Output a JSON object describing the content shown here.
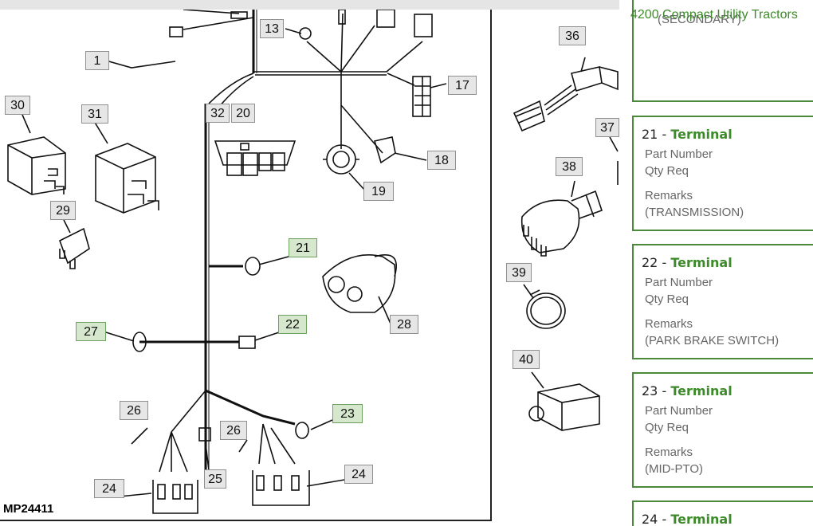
{
  "header": {
    "title": "4200 Compact Utility Tractors"
  },
  "figure_id": "MP24411",
  "callouts": {
    "c1": "1",
    "c13": "13",
    "c17": "17",
    "c18": "18",
    "c19": "19",
    "c20": "20",
    "c21": "21",
    "c22": "22",
    "c23": "23",
    "c24a": "24",
    "c24b": "24",
    "c25": "25",
    "c26a": "26",
    "c26b": "26",
    "c27": "27",
    "c28": "28",
    "c29": "29",
    "c30": "30",
    "c31": "31",
    "c32": "32",
    "c36": "36",
    "c37": "37",
    "c38": "38",
    "c39": "39",
    "c40": "40"
  },
  "parts_list": {
    "cut_remark": "(SECONDARY)",
    "items": [
      {
        "number": "21",
        "separator": " - ",
        "name": "Terminal",
        "part_number_label": "Part Number",
        "qty_label": "Qty Req",
        "remarks_label": "Remarks",
        "remarks": "(TRANSMISSION)"
      },
      {
        "number": "22",
        "separator": " - ",
        "name": "Terminal",
        "part_number_label": "Part Number",
        "qty_label": "Qty Req",
        "remarks_label": "Remarks",
        "remarks": "(PARK BRAKE SWITCH)"
      },
      {
        "number": "23",
        "separator": " - ",
        "name": "Terminal",
        "part_number_label": "Part Number",
        "qty_label": "Qty Req",
        "remarks_label": "Remarks",
        "remarks": "(MID-PTO)"
      },
      {
        "number": "24",
        "separator": " - ",
        "name": "Terminal"
      }
    ]
  },
  "colors": {
    "accent": "#3d8a2a",
    "highlight": "#d5e7cc",
    "border": "#4a8a3a"
  }
}
